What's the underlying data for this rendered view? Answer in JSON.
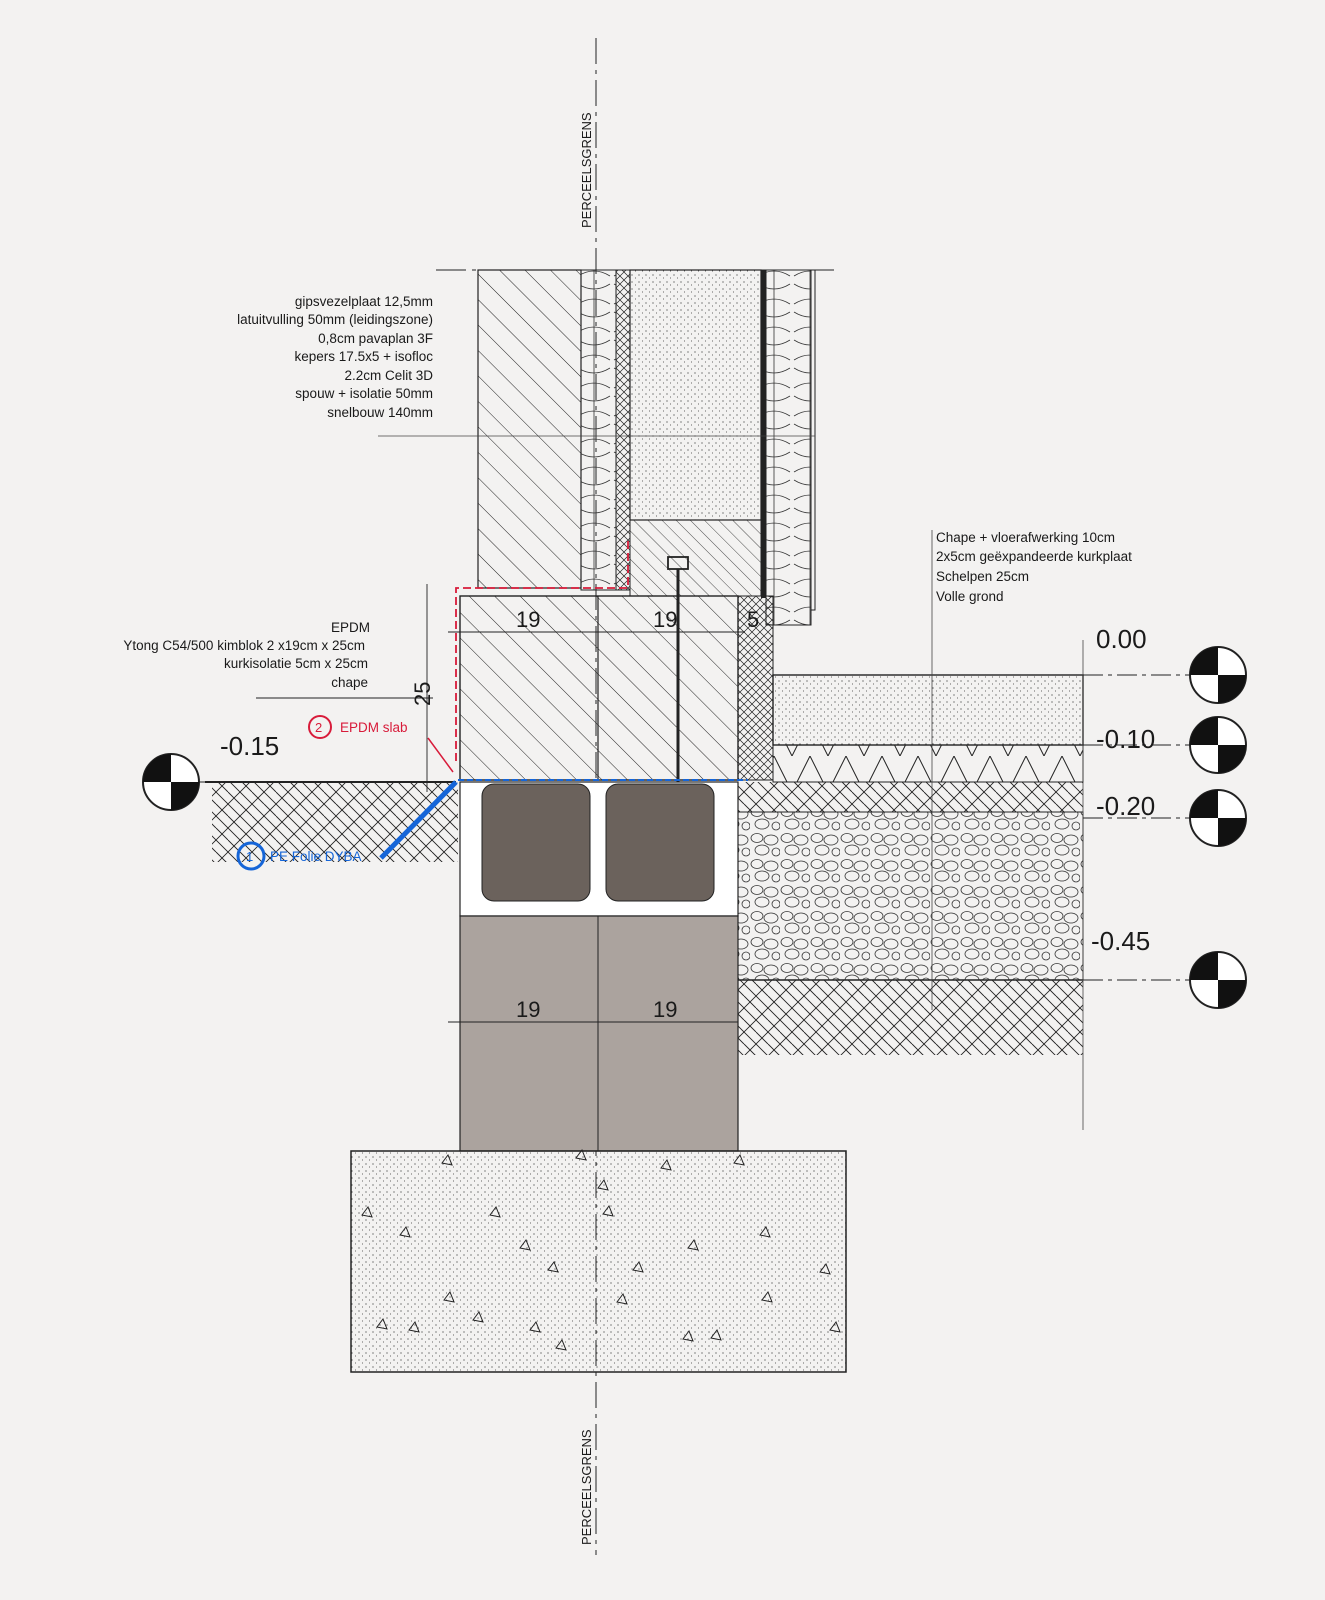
{
  "axis_label": "PERCEELSGRENS",
  "wall_layers": [
    "gipsvezelplaat 12,5mm",
    "latuitvulling 50mm (leidingszone)",
    "0,8cm pavaplan 3F",
    "kepers 17.5x5 +  isofloc",
    "2.2cm Celit 3D",
    "spouw + isolatie 50mm",
    "snelbouw 140mm"
  ],
  "floor_layers": [
    "Chape + vloerafwerking 10cm",
    "2x5cm geëxpandeerde kurkplaat",
    "Schelpen 25cm",
    "Volle grond"
  ],
  "base_layers": [
    "EPDM",
    "Ytong C54/500 kimblok 2 x19cm x 25cm",
    "kurkisolatie 5cm x 25cm",
    "chape"
  ],
  "dimensions": {
    "upper_left": "19",
    "upper_right": "19",
    "upper_insulation": "5",
    "height": "25",
    "lower_left": "19",
    "lower_right": "19"
  },
  "levels": {
    "outside": "-0.15",
    "floor": "0.00",
    "kurk": "-0.10",
    "schelpen": "-0.20",
    "ground": "-0.45"
  },
  "callouts": [
    {
      "number": "1",
      "label": "PE Folie DYBA",
      "color": "#1565d8"
    },
    {
      "number": "2",
      "label": "EPDM slab",
      "color": "#d81b3a"
    }
  ],
  "colors": {
    "background": "#f3f2f1",
    "concrete_block": "#aba39e",
    "dark_fill": "#6b625c",
    "pe_foil": "#1565d8",
    "epdm": "#d81b3a"
  }
}
